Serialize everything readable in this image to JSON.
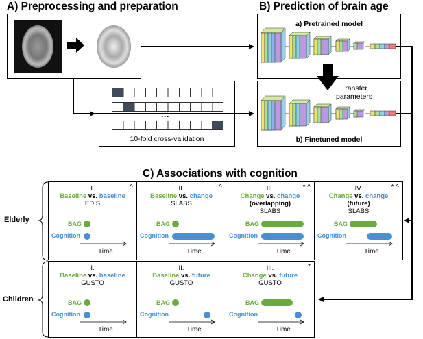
{
  "sections": {
    "a": "A) Preprocessing and preparation",
    "b": "B) Prediction of brain age",
    "c": "C) Associations with cognition"
  },
  "prediction": {
    "pretrained": "a) Pretrained model",
    "finetuned": "b) Finetuned model",
    "transfer_line1": "Transfer",
    "transfer_line2": "parameters"
  },
  "crossval": {
    "label": "10-fold cross-validation",
    "ellipsis": "···"
  },
  "rows": {
    "elderly": "Elderly",
    "children": "Children"
  },
  "legend": {
    "bag": "BAG",
    "cognition": "Cognition",
    "time": "Time",
    "vs": "vs."
  },
  "colors": {
    "green": "#6aab3f",
    "blue": "#4a8fd0"
  },
  "elderly_panels": [
    {
      "num": "I.",
      "left": "Baseline",
      "right": "baseline",
      "extra": "",
      "study": "EDIS",
      "marks": "^"
    },
    {
      "num": "II.",
      "left": "Baseline",
      "right": "change",
      "extra": "",
      "study": "SLABS",
      "marks": "^"
    },
    {
      "num": "III.",
      "left": "Change",
      "right": "change",
      "extra": "(overlapping)",
      "study": "SLABS",
      "marks": "* ^"
    },
    {
      "num": "IV.",
      "left": "Change",
      "right": "change",
      "extra": "(future)",
      "study": "SLABS",
      "marks": "* ^"
    }
  ],
  "children_panels": [
    {
      "num": "I.",
      "left": "Baseline",
      "right": "baseline",
      "extra": "",
      "study": "GUSTO",
      "marks": ""
    },
    {
      "num": "II.",
      "left": "Baseline",
      "right": "future",
      "extra": "",
      "study": "GUSTO",
      "marks": ""
    },
    {
      "num": "III.",
      "left": "Change",
      "right": "future",
      "extra": "",
      "study": "GUSTO",
      "marks": "*"
    }
  ]
}
